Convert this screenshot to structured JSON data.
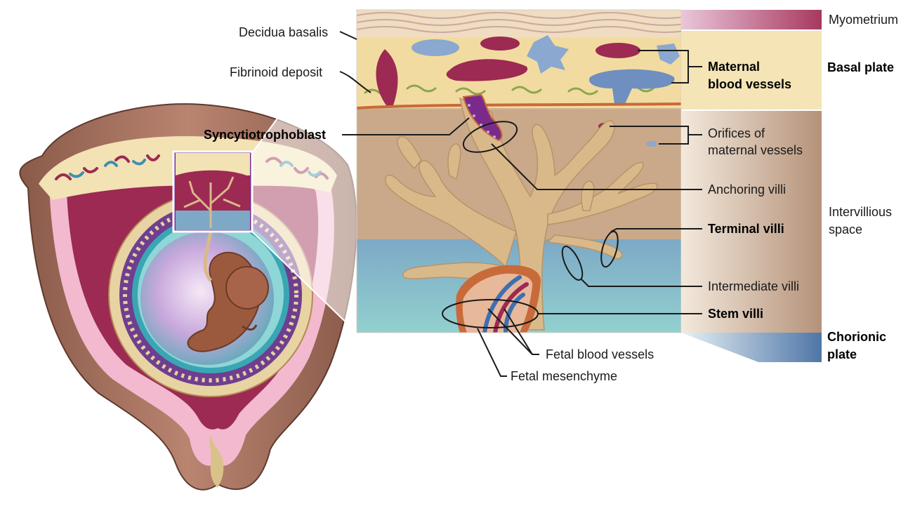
{
  "labels": {
    "decidua_basalis": "Decidua basalis",
    "fibrinoid_deposit": "Fibrinoid deposit",
    "syncytiotrophoblast": "Syncytiotrophoblast",
    "myometrium": "Myometrium",
    "maternal_blood_vessels_1": "Maternal",
    "maternal_blood_vessels_2": "blood vessels",
    "basal_plate": "Basal plate",
    "orifices_1": "Orifices of",
    "orifices_2": "maternal vessels",
    "anchoring_villi": "Anchoring villi",
    "intervillous_1": "Intervillious",
    "intervillous_2": "space",
    "terminal_villi": "Terminal villi",
    "intermediate_villi": "Intermediate villi",
    "stem_villi": "Stem villi",
    "chorionic_1": "Chorionic",
    "chorionic_2": "plate",
    "fetal_blood_vessels": "Fetal blood vessels",
    "fetal_mesenchyme": "Fetal mesenchyme"
  },
  "colors": {
    "maternal_vessel": "#9c2a52",
    "fetal_vessel_blue": "#3e6fb0",
    "villi": "#d9b98a",
    "basal_plate_band": "#f2e2b4",
    "intervillous_band": "#c9ab8f",
    "chorionic_plate": "#5f86b3",
    "myometrium": "#a8385f",
    "amniotic_fluid": "#86cfd3"
  }
}
